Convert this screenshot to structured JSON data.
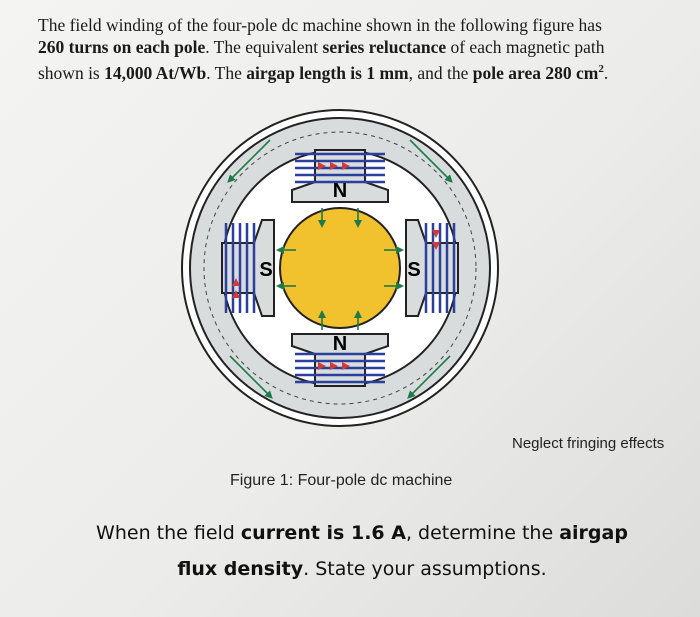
{
  "problem": {
    "s1": "The field winding of the four-pole dc machine shown in the following figure has",
    "s2": "260 turns on each pole",
    "s3": ". The equivalent ",
    "s4": "series reluctance",
    "s5": " of each magnetic path",
    "s6": "shown is ",
    "s7": "14,000 At/Wb",
    "s8": ". The ",
    "s9": "airgap length is 1 mm",
    "s10": ", and the ",
    "s11": "pole area 280 cm",
    "s12": "2",
    "s13": "."
  },
  "figure": {
    "pole_top": "N",
    "pole_bottom": "N",
    "pole_left": "S",
    "pole_right": "S",
    "colors": {
      "yoke": "#d8dcdc",
      "rotor": "#f2c12e",
      "winding": "#2a3f9e",
      "arrow_red": "#d23a32",
      "flux_arrow": "#1f7a4a"
    }
  },
  "note": "Neglect fringing effects",
  "caption": "Figure 1: Four-pole dc machine",
  "question": {
    "q1": "When the field ",
    "q2": "current is 1.6 A",
    "q3": ", determine the ",
    "q4": "airgap",
    "q5": "flux density",
    "q6": ". State your assumptions."
  }
}
